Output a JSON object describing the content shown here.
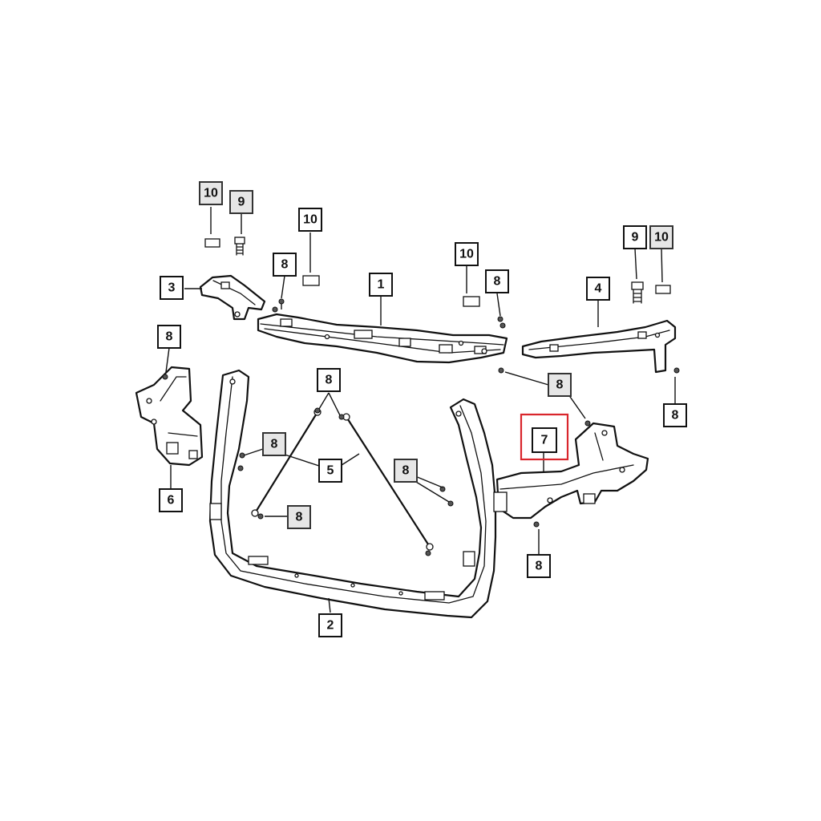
{
  "diagram": {
    "callouts": [
      {
        "id": "c10a",
        "label": "10",
        "grey": true
      },
      {
        "id": "c9a",
        "label": "9",
        "grey": true
      },
      {
        "id": "c10b",
        "label": "10",
        "grey": false
      },
      {
        "id": "c8a",
        "label": "8",
        "grey": false
      },
      {
        "id": "c3",
        "label": "3",
        "grey": false
      },
      {
        "id": "c1",
        "label": "1",
        "grey": false
      },
      {
        "id": "c10c",
        "label": "10",
        "grey": false
      },
      {
        "id": "c8b",
        "label": "8",
        "grey": false
      },
      {
        "id": "c4",
        "label": "4",
        "grey": false
      },
      {
        "id": "c9b",
        "label": "9",
        "grey": false
      },
      {
        "id": "c10d",
        "label": "10",
        "grey": true
      },
      {
        "id": "c8c",
        "label": "8",
        "grey": false
      },
      {
        "id": "c8d",
        "label": "8",
        "grey": false
      },
      {
        "id": "c8e",
        "label": "8",
        "grey": true
      },
      {
        "id": "c8f",
        "label": "8",
        "grey": false
      },
      {
        "id": "c7",
        "label": "7",
        "grey": false,
        "highlighted": true
      },
      {
        "id": "c8g",
        "label": "8",
        "grey": true
      },
      {
        "id": "c5",
        "label": "5",
        "grey": false
      },
      {
        "id": "c8h",
        "label": "8",
        "grey": true
      },
      {
        "id": "c6",
        "label": "6",
        "grey": false
      },
      {
        "id": "c8i",
        "label": "8",
        "grey": true
      },
      {
        "id": "c8j",
        "label": "8",
        "grey": false
      },
      {
        "id": "c2",
        "label": "2",
        "grey": false
      }
    ],
    "highlight_color": "#d9262c"
  }
}
